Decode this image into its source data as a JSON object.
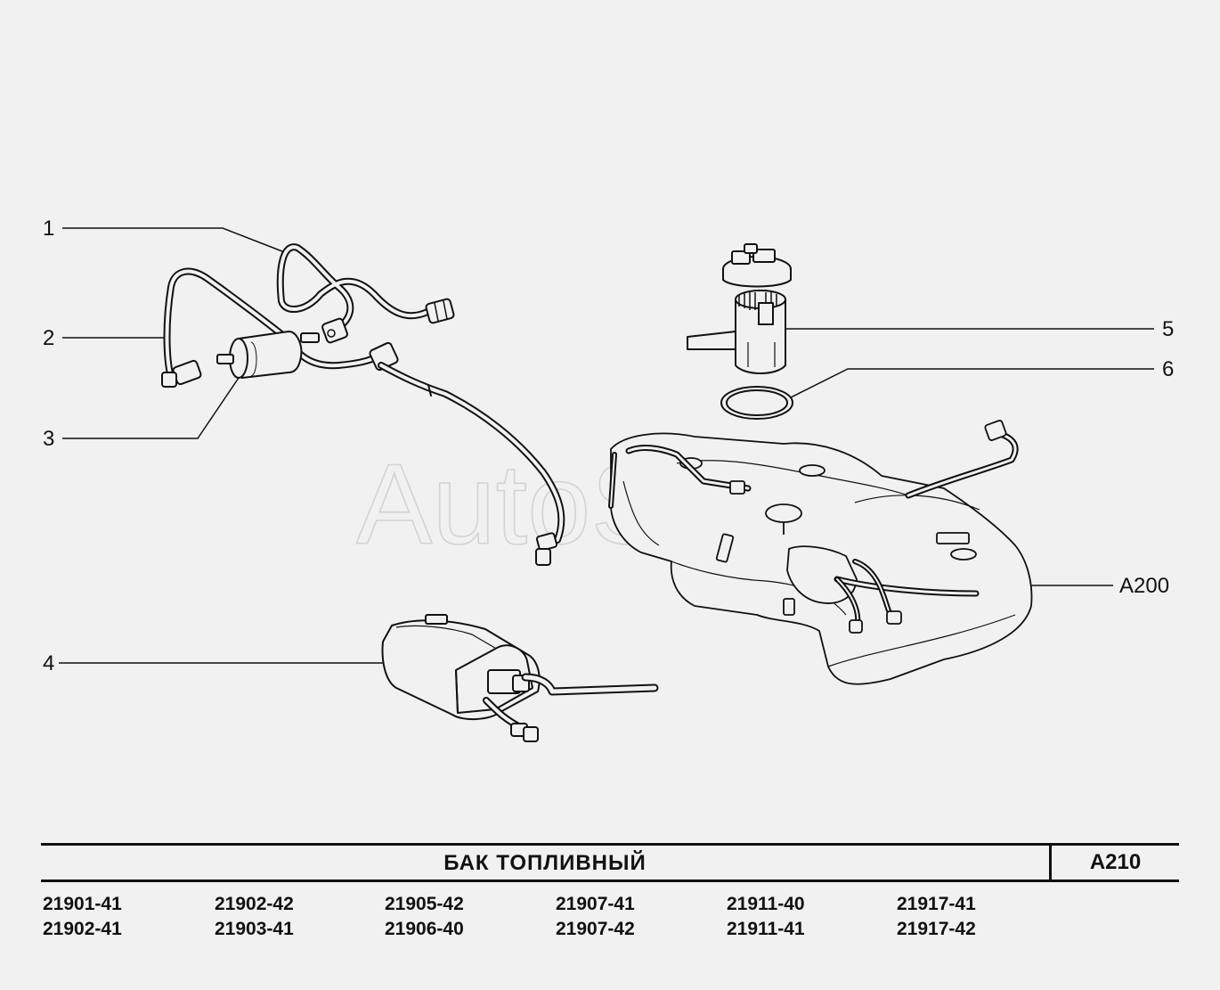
{
  "watermark": "AutoSoft",
  "callouts": [
    {
      "id": "1",
      "label": "1"
    },
    {
      "id": "2",
      "label": "2"
    },
    {
      "id": "3",
      "label": "3"
    },
    {
      "id": "4",
      "label": "4"
    },
    {
      "id": "5",
      "label": "5"
    },
    {
      "id": "6",
      "label": "6"
    },
    {
      "id": "a200",
      "label": "A200"
    }
  ],
  "title": {
    "name": "БАК   ТОПЛИВНЫЙ",
    "code": "A210"
  },
  "models": [
    [
      "21901-41",
      "21902-41"
    ],
    [
      "21902-42",
      "21903-41"
    ],
    [
      "21905-42",
      "21906-40"
    ],
    [
      "21907-41",
      "21907-42"
    ],
    [
      "21911-40",
      "21911-41"
    ],
    [
      "21917-41",
      "21917-42"
    ]
  ],
  "colors": {
    "background": "#f1f1f1",
    "line": "#111111",
    "watermark": "#d3d3d3"
  }
}
